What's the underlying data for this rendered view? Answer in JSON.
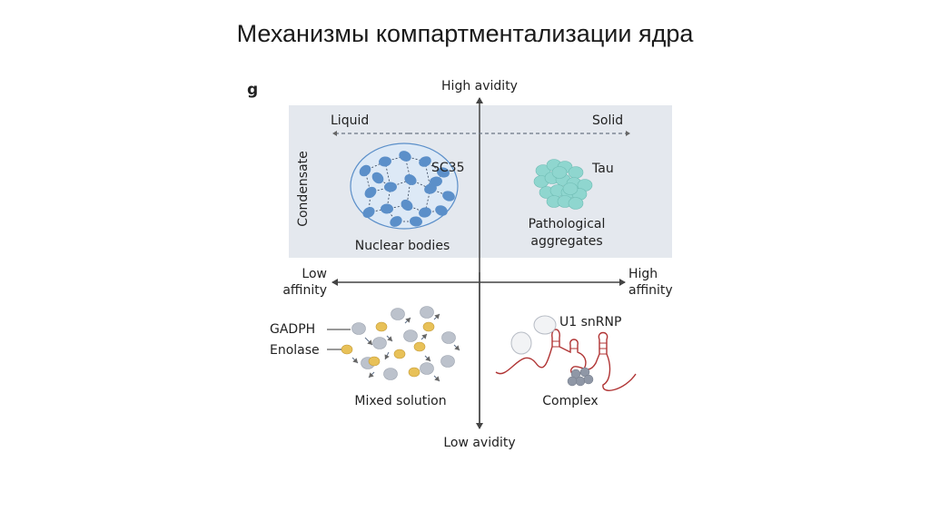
{
  "slide": {
    "title": "Механизмы компартментализации ядра"
  },
  "figure": {
    "panel_letter": "g",
    "axes": {
      "top": "High avidity",
      "bottom": "Low avidity",
      "left_line1": "Low",
      "left_line2": "affinity",
      "right_line1": "High",
      "right_line2": "affinity"
    },
    "condensate_region": {
      "label": "Condensate",
      "liquid": "Liquid",
      "solid": "Solid"
    },
    "quadrants": {
      "nuclear_bodies": {
        "caption": "Nuclear bodies",
        "marker": "SC35"
      },
      "pathological_aggregates": {
        "caption_line1": "Pathological",
        "caption_line2": "aggregates",
        "marker": "Tau"
      },
      "mixed_solution": {
        "caption": "Mixed solution",
        "label_a": "GADPH",
        "label_b": "Enolase"
      },
      "complex": {
        "caption": "Complex",
        "marker": "U1 snRNP"
      }
    },
    "colors": {
      "shade": "#e4e8ee",
      "blob_blue": "#5b8fc9",
      "nucleus_fill": "#dde9f6",
      "tau_teal": "#8fd6cf",
      "enolase_yellow": "#e8c158",
      "gadph_grey": "#bcc2cc",
      "rna_red": "#b03434"
    }
  }
}
